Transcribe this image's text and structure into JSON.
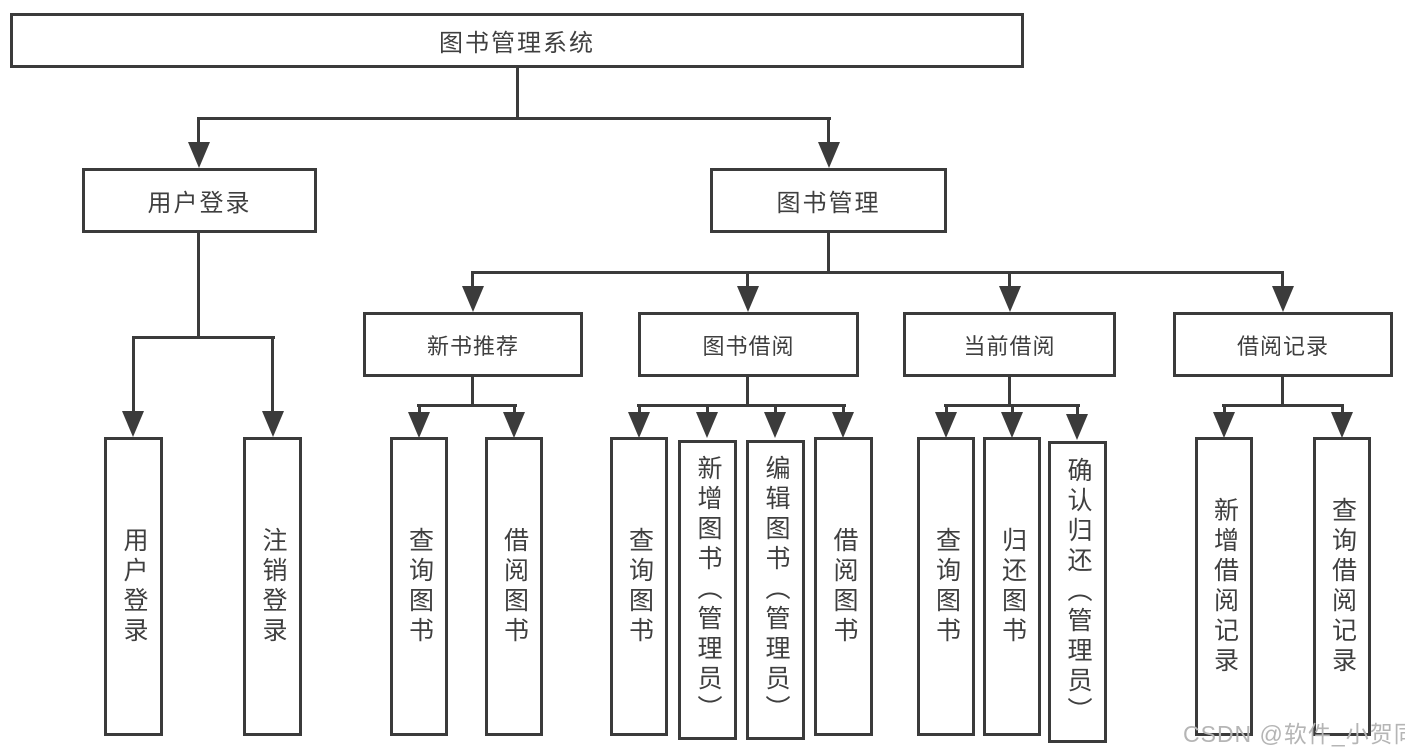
{
  "diagram_title": "图书管理系统",
  "tree": {
    "root": "图书管理系统",
    "branches": [
      {
        "label": "用户登录",
        "leaves": [
          "用户登录",
          "注销登录"
        ]
      },
      {
        "label": "图书管理",
        "sections": [
          {
            "label": "新书推荐",
            "leaves": [
              "查询图书",
              "借阅图书"
            ]
          },
          {
            "label": "图书借阅",
            "leaves": [
              "查询图书",
              "新增图书（管理员）",
              "编辑图书（管理员）",
              "借阅图书"
            ]
          },
          {
            "label": "当前借阅",
            "leaves": [
              "查询图书",
              "归还图书",
              "确认归还（管理员）"
            ]
          },
          {
            "label": "借阅记录",
            "leaves": [
              "新增借阅记录",
              "查询借阅记录"
            ]
          }
        ]
      }
    ]
  },
  "watermark": "CSDN @软件_小贺同学",
  "colors": {
    "background": "#ffffff",
    "line": "#3b3b3b",
    "box_border": "#3b3b3b",
    "text": "#3f3f3f",
    "watermark": "#b5b5b5"
  }
}
